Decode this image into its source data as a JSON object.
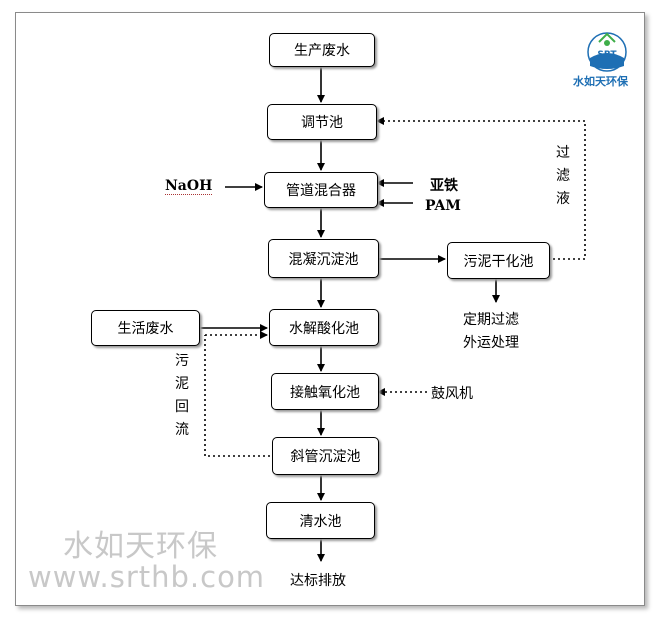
{
  "nodes": {
    "wastewater": "生产废水",
    "regulating_tank": "调节池",
    "pipe_mixer": "管道混合器",
    "coag_sed_tank": "混凝沉淀池",
    "sludge_dry": "污泥干化池",
    "domestic_wastewater": "生活废水",
    "hydrolysis_tank": "水解酸化池",
    "contact_oxidation": "接触氧化池",
    "inclined_sed_tank": "斜管沉淀池",
    "clear_water_tank": "清水池"
  },
  "labels": {
    "naoh": "NaOH",
    "ferrous": "亚铁",
    "pam": "PAM",
    "filtrate": "过滤液",
    "sludge_disposal_line1": "定期过滤",
    "sludge_disposal_line2": "外运处理",
    "blower": "鼓风机",
    "sludge_return": "污泥回流",
    "discharge": "达标排放"
  },
  "logo": {
    "abbr": "SRT",
    "name": "水如天环保"
  },
  "watermark": {
    "company": "水如天环保",
    "url": "www.srthb.com"
  },
  "colors": {
    "line": "#000000",
    "watermark": "#c8c8c8",
    "logo_blue": "#1e6fb4",
    "logo_green": "#3fae49"
  }
}
